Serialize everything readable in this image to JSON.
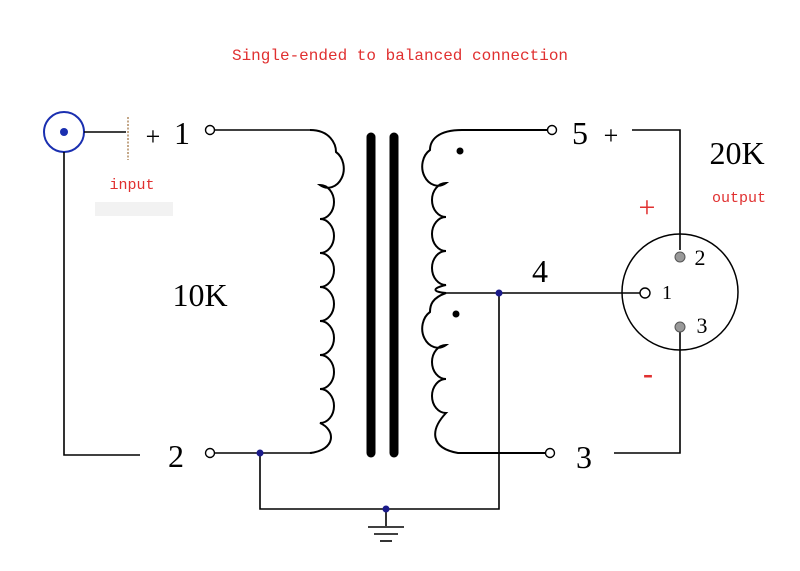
{
  "title": "Single-ended to balanced connection",
  "input_label": "input",
  "output_label": "output",
  "impedance": {
    "primary": "10K",
    "secondary": "20K"
  },
  "terminals": {
    "t1_plus": "+",
    "t1": "1",
    "t2": "2",
    "t3": "3",
    "t4": "4",
    "t5": "5",
    "t5_plus": "+"
  },
  "xlr": {
    "plus": "+",
    "minus": "-",
    "pin1": "1",
    "pin2": "2",
    "pin3": "3"
  },
  "colors": {
    "title": "#e03030",
    "label": "#e03030",
    "jack": "#1a2fb0",
    "wire": "#000000",
    "node": "#1a1a8a"
  }
}
